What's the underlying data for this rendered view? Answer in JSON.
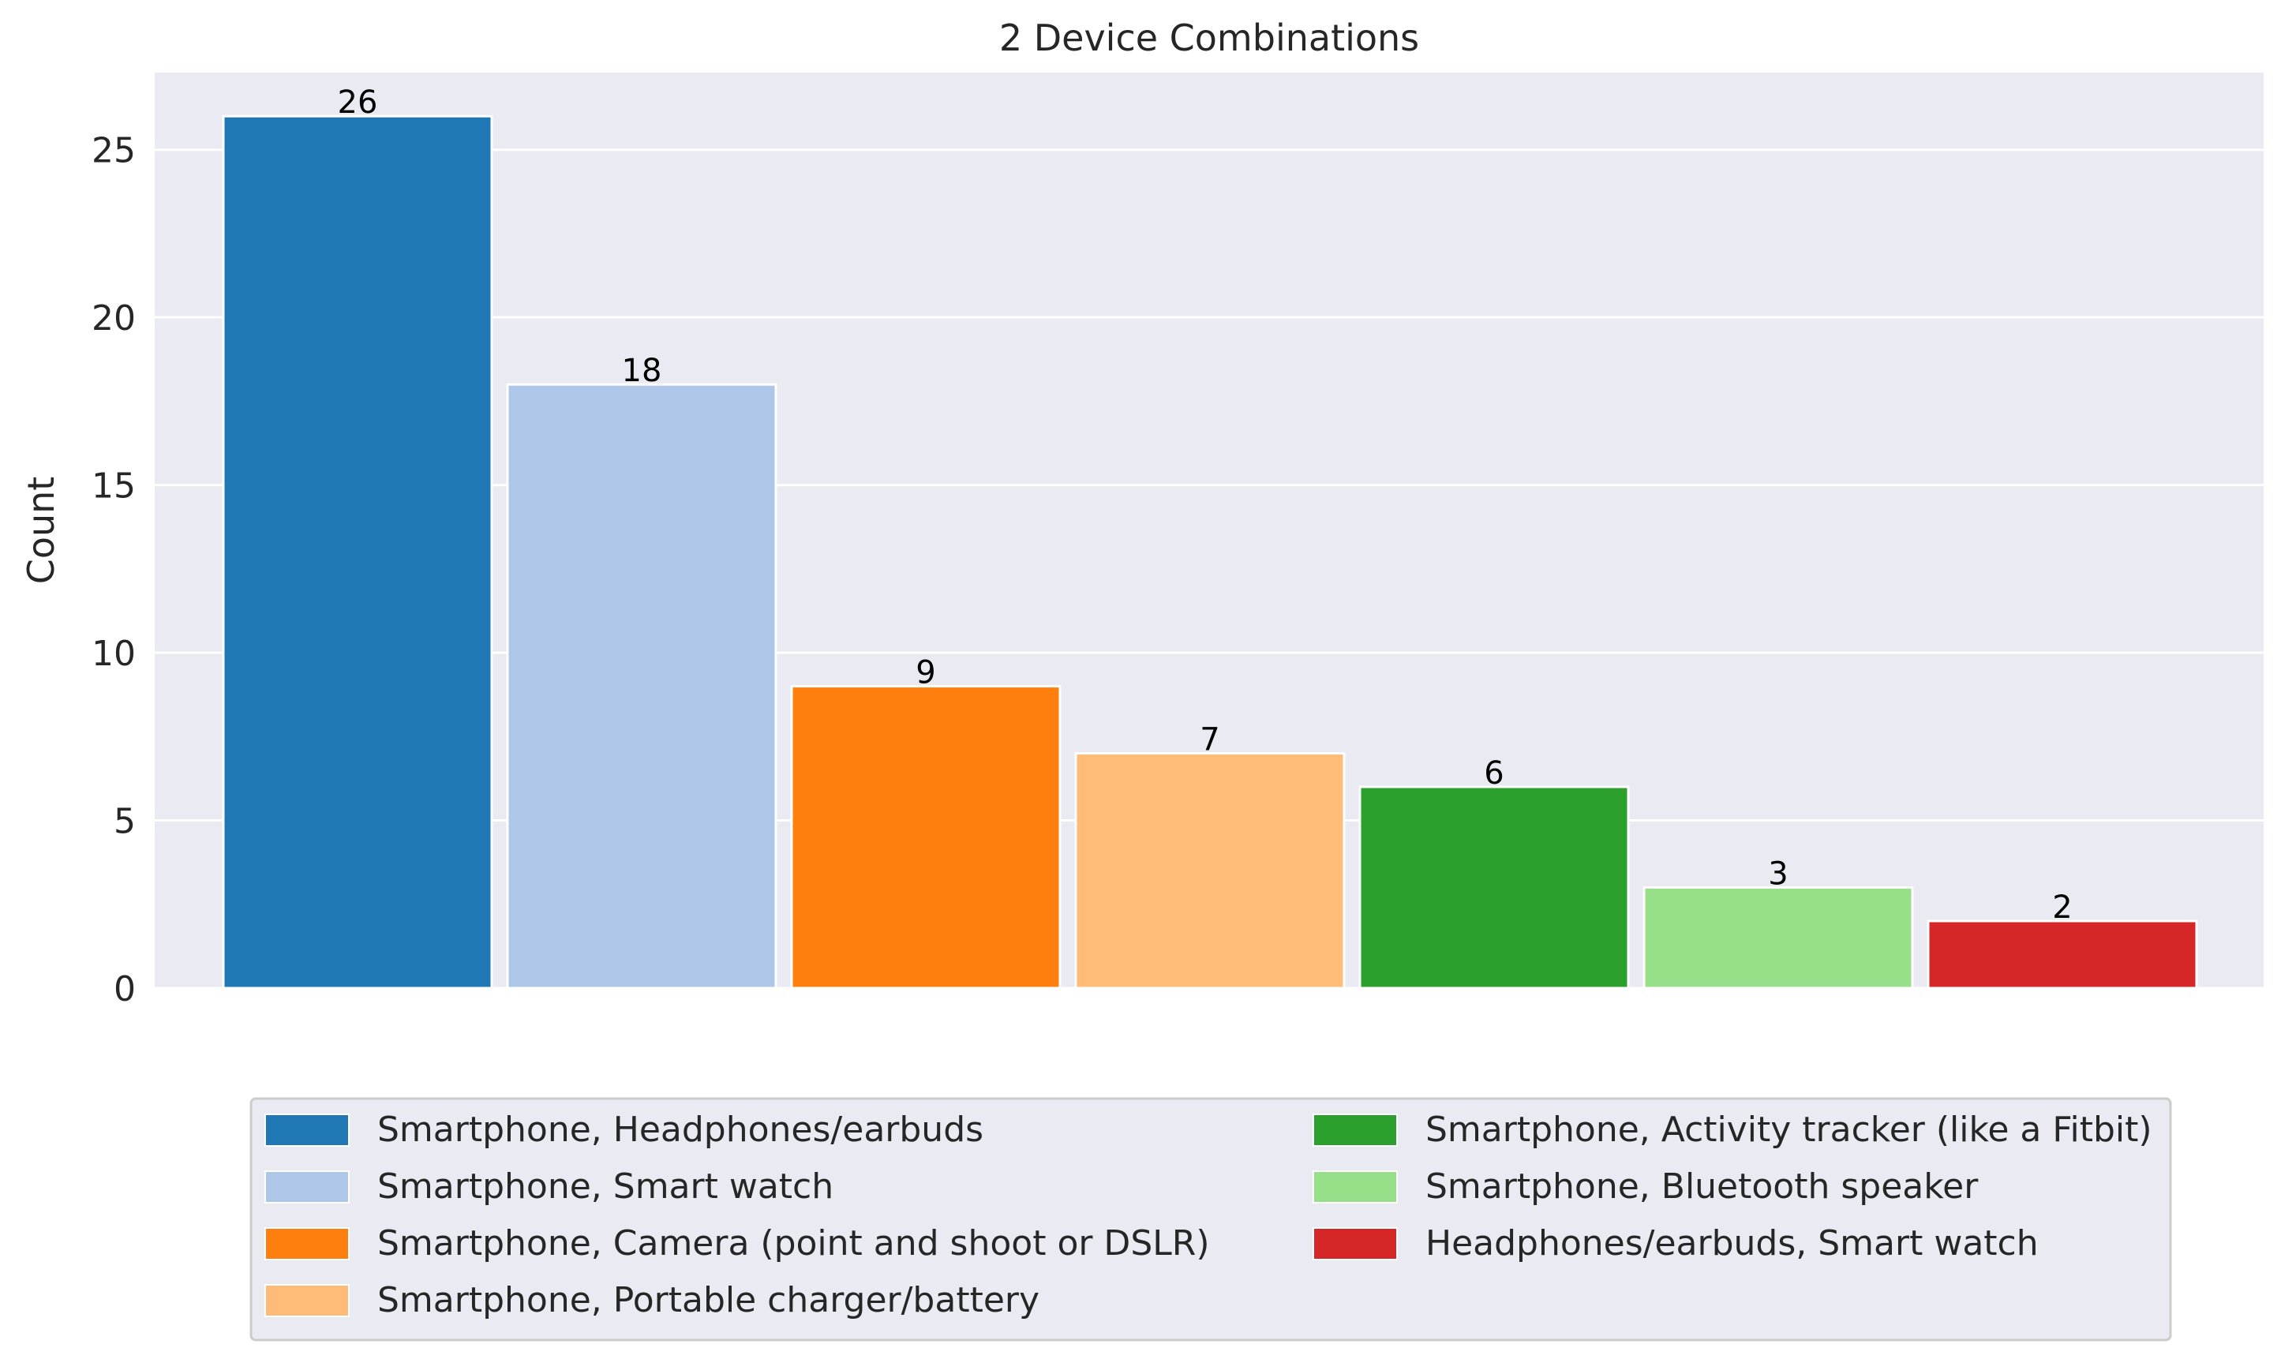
{
  "chart_data": {
    "type": "bar",
    "title": "2 Device Combinations",
    "xlabel": "",
    "ylabel": "Count",
    "ylim": [
      0,
      27.3
    ],
    "yticks": [
      0,
      5,
      10,
      15,
      20,
      25
    ],
    "grid": true,
    "legend_position": "bottom",
    "legend_columns": 2,
    "series": [
      {
        "name": "Smartphone, Headphones/earbuds",
        "value": 26,
        "color": "#1f77b4"
      },
      {
        "name": "Smartphone, Smart watch",
        "value": 18,
        "color": "#aec7e8"
      },
      {
        "name": "Smartphone, Camera (point and shoot or DSLR)",
        "value": 9,
        "color": "#ff7f0e"
      },
      {
        "name": "Smartphone, Portable charger/battery",
        "value": 7,
        "color": "#ffbb78"
      },
      {
        "name": "Smartphone, Activity tracker (like a Fitbit)",
        "value": 6,
        "color": "#2ca02c"
      },
      {
        "name": "Smartphone, Bluetooth speaker",
        "value": 3,
        "color": "#98df8a"
      },
      {
        "name": "Headphones/earbuds, Smart watch",
        "value": 2,
        "color": "#d62728"
      }
    ]
  }
}
